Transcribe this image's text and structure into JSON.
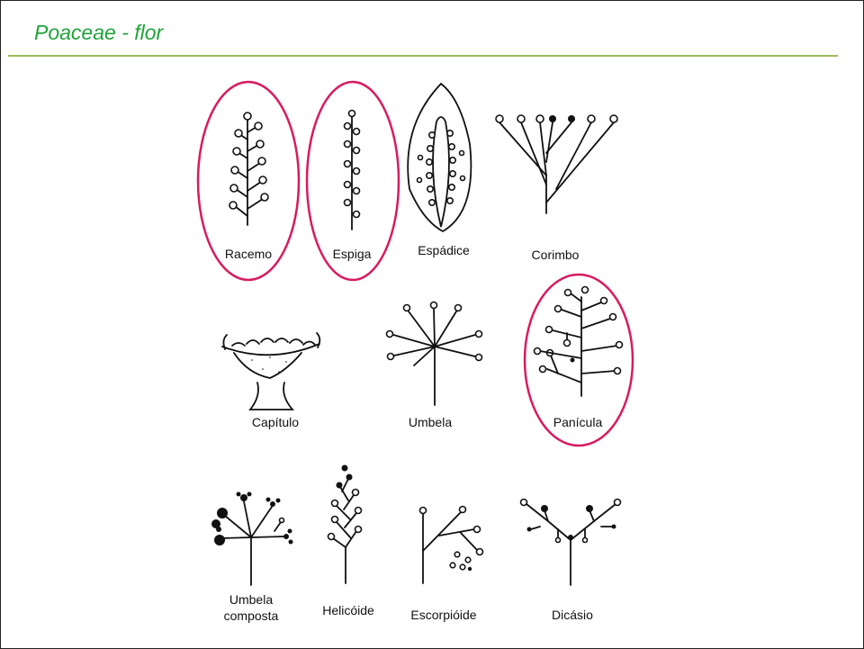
{
  "slide": {
    "title": "Poaceae - flor"
  },
  "colors": {
    "title": "#1fa33a",
    "title_rule": "#9bbb59",
    "highlight": "#d81b60",
    "drawing": "#111111"
  },
  "inflorescences": [
    {
      "label": "Racemo",
      "highlighted": true
    },
    {
      "label": "Espiga",
      "highlighted": true
    },
    {
      "label": "Espádice",
      "highlighted": false
    },
    {
      "label": "Corimbo",
      "highlighted": false
    },
    {
      "label": "Capítulo",
      "highlighted": false
    },
    {
      "label": "Umbela",
      "highlighted": false
    },
    {
      "label": "Panícula",
      "highlighted": true
    },
    {
      "label_line1": "Umbela",
      "label_line2": "composta",
      "highlighted": false
    },
    {
      "label": "Helicóide",
      "highlighted": false
    },
    {
      "label": "Escorpióide",
      "highlighted": false
    },
    {
      "label": "Dicásio",
      "highlighted": false
    }
  ]
}
